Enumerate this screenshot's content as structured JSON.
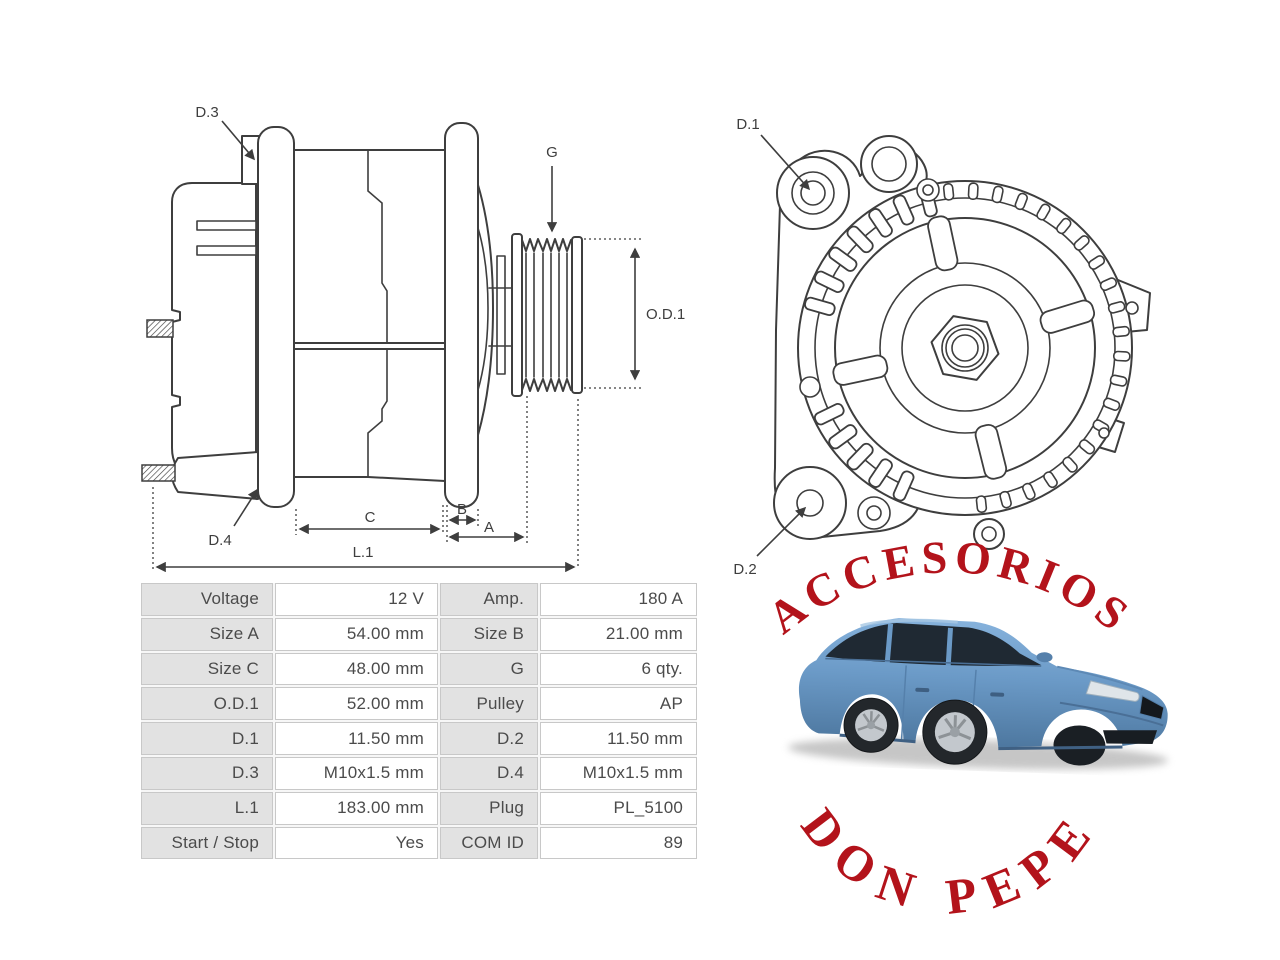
{
  "colors": {
    "line": "#3e3e3e",
    "accent_red": "#b3131b",
    "table_label_bg": "#e2e2e2",
    "table_value_bg": "#ffffff",
    "table_border": "#c8c8c8",
    "table_text": "#4b4b4b",
    "car_blue": "#6b9ac7"
  },
  "side_view": {
    "labels": {
      "d3": "D.3",
      "d4": "D.4",
      "g": "G",
      "od1": "O.D.1",
      "c": "C",
      "b": "B",
      "a": "A",
      "l1": "L.1"
    }
  },
  "front_view": {
    "labels": {
      "d1": "D.1",
      "d2": "D.2"
    }
  },
  "table": {
    "rows": [
      {
        "l1": "Voltage",
        "v1": "12 V",
        "l2": "Amp.",
        "v2": "180 A"
      },
      {
        "l1": "Size A",
        "v1": "54.00 mm",
        "l2": "Size B",
        "v2": "21.00 mm"
      },
      {
        "l1": "Size C",
        "v1": "48.00 mm",
        "l2": "G",
        "v2": "6 qty."
      },
      {
        "l1": "O.D.1",
        "v1": "52.00 mm",
        "l2": "Pulley",
        "v2": "AP"
      },
      {
        "l1": "D.1",
        "v1": "11.50 mm",
        "l2": "D.2",
        "v2": "11.50 mm"
      },
      {
        "l1": "D.3",
        "v1": "M10x1.5 mm",
        "l2": "D.4",
        "v2": "M10x1.5 mm"
      },
      {
        "l1": "L.1",
        "v1": "183.00 mm",
        "l2": "Plug",
        "v2": "PL_5100"
      },
      {
        "l1": "Start / Stop",
        "v1": "Yes",
        "l2": "COM ID",
        "v2": "89"
      }
    ]
  },
  "branding": {
    "arc_top_text": "ACCESORIOS",
    "arc_bottom_text": "DON PEPE"
  }
}
